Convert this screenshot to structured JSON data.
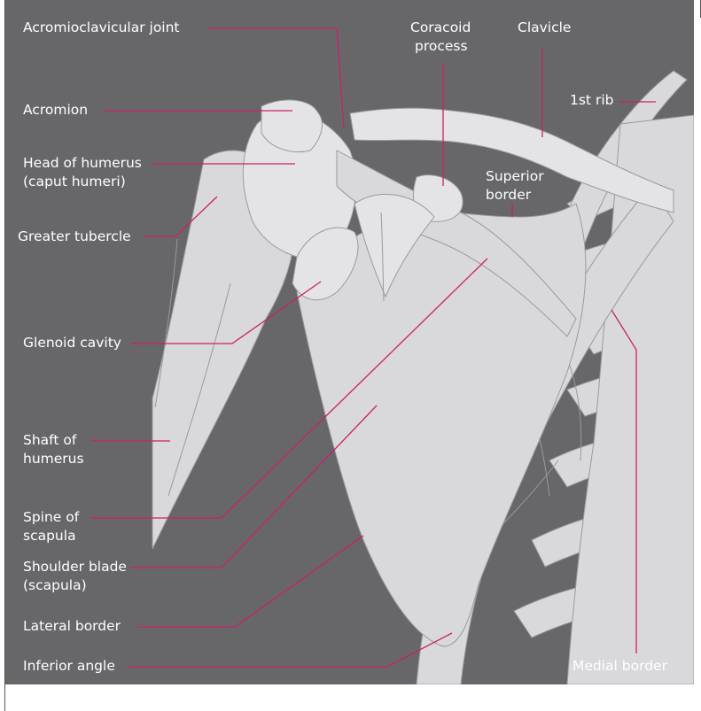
{
  "labels": {
    "acromioclavicular_joint": "Acromioclavicular joint",
    "coracoid_line1": "Coracoid",
    "coracoid_line2": "process",
    "clavicle": "Clavicle",
    "first_rib": "1st rib",
    "acromion": "Acromion",
    "head_line1": "Head of humerus",
    "head_line2": "(caput humeri)",
    "superior_line1": "Superior",
    "superior_line2": "border",
    "greater_tubercle": "Greater tubercle",
    "glenoid_cavity": "Glenoid cavity",
    "shaft_line1": "Shaft of",
    "shaft_line2": "humerus",
    "spine_line1": "Spine of",
    "spine_line2": "scapula",
    "blade_line1": "Shoulder blade",
    "blade_line2": "(scapula)",
    "lateral_border": "Lateral border",
    "inferior_angle": "Inferior angle",
    "medial_border": "Medial border"
  },
  "colors": {
    "background": "#67676a",
    "bone": "#d9d9db",
    "leader": "#cc1f6b",
    "text": "#ffffff"
  }
}
